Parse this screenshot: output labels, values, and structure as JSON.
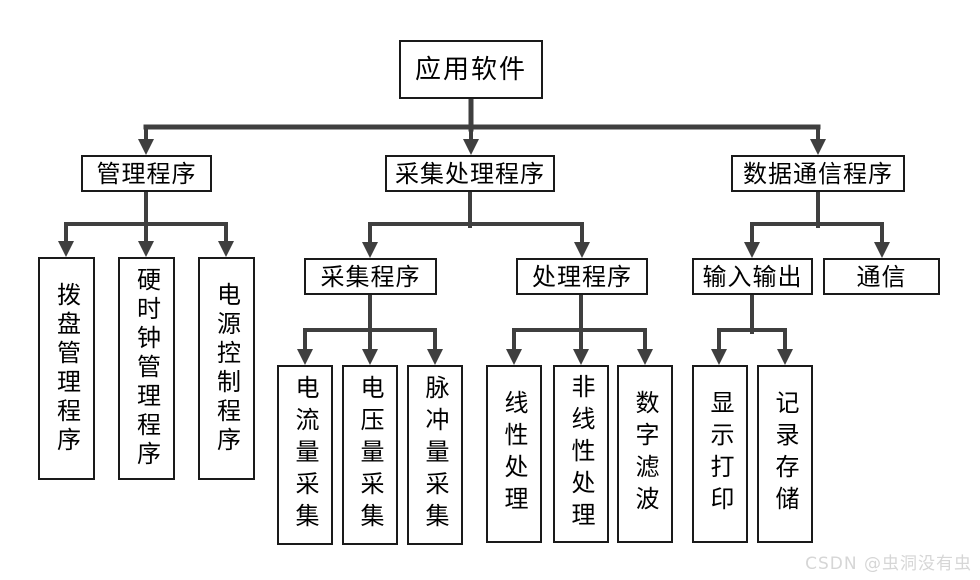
{
  "diagram": {
    "title": "application software structure chart",
    "root": {
      "label": "应用软件",
      "children": [
        {
          "label": "管理程序",
          "children": [
            {
              "label": "拨盘管理程序"
            },
            {
              "label": "硬时钟管理程序"
            },
            {
              "label": "电源控制程序"
            }
          ]
        },
        {
          "label": "采集处理程序",
          "children": [
            {
              "label": "采集程序",
              "children": [
                {
                  "label": "电流量采集"
                },
                {
                  "label": "电压量采集"
                },
                {
                  "label": "脉冲量采集"
                }
              ]
            },
            {
              "label": "处理程序",
              "children": [
                {
                  "label": "线性处理"
                },
                {
                  "label": "非线性处理"
                },
                {
                  "label": "数字滤波"
                }
              ]
            }
          ]
        },
        {
          "label": "数据通信程序",
          "children": [
            {
              "label": "输入输出",
              "children": [
                {
                  "label": "显示打印"
                },
                {
                  "label": "记录存储"
                }
              ]
            },
            {
              "label": "通信"
            }
          ]
        }
      ]
    }
  },
  "colors": {
    "background": "#ffffff",
    "box_border": "#1a1a1a",
    "connector_line": "#3f3f3f",
    "watermark_text": "#d6d6d6"
  },
  "watermark": {
    "text": "CSDN @虫洞没有虫"
  }
}
